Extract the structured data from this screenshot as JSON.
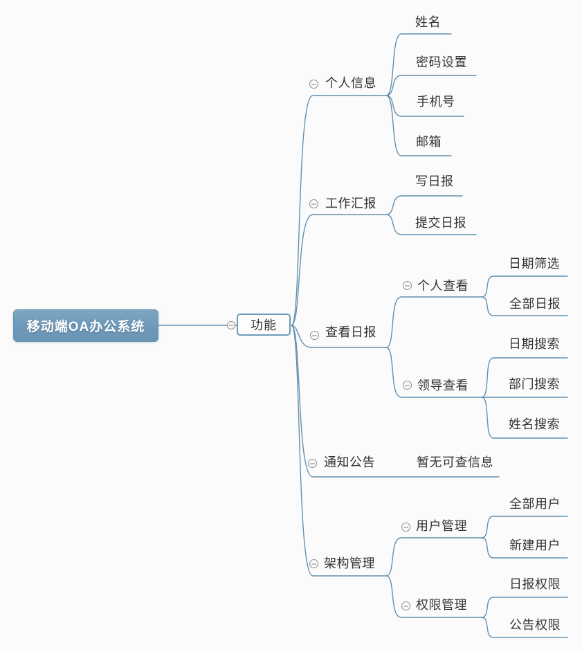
{
  "colors": {
    "line": "#6390ae",
    "root_fill": "#6f9ab9",
    "root_border": "#6690ae",
    "hub_border": "#6b9ab8",
    "text": "#333333",
    "collapse_icon": "#8c8c8c",
    "background": "#fbfbfb"
  },
  "icons": {
    "collapse": "minus-circle"
  },
  "root": {
    "label": "移动端OA办公系统"
  },
  "hub": {
    "label": "功能"
  },
  "branches": [
    {
      "label": "个人信息",
      "children": [
        {
          "label": "姓名"
        },
        {
          "label": "密码设置"
        },
        {
          "label": "手机号"
        },
        {
          "label": "邮箱"
        }
      ]
    },
    {
      "label": "工作汇报",
      "children": [
        {
          "label": "写日报"
        },
        {
          "label": "提交日报"
        }
      ]
    },
    {
      "label": "查看日报",
      "children": [
        {
          "label": "个人查看",
          "children": [
            {
              "label": "日期筛选"
            },
            {
              "label": "全部日报"
            }
          ]
        },
        {
          "label": "领导查看",
          "children": [
            {
              "label": "日期搜索"
            },
            {
              "label": "部门搜索"
            },
            {
              "label": "姓名搜索"
            }
          ]
        }
      ]
    },
    {
      "label": "通知公告",
      "children": [
        {
          "label": "暂无可查信息"
        }
      ]
    },
    {
      "label": "架构管理",
      "children": [
        {
          "label": "用户管理",
          "children": [
            {
              "label": "全部用户"
            },
            {
              "label": "新建用户"
            }
          ]
        },
        {
          "label": "权限管理",
          "children": [
            {
              "label": "日报权限"
            },
            {
              "label": "公告权限"
            }
          ]
        }
      ]
    }
  ]
}
